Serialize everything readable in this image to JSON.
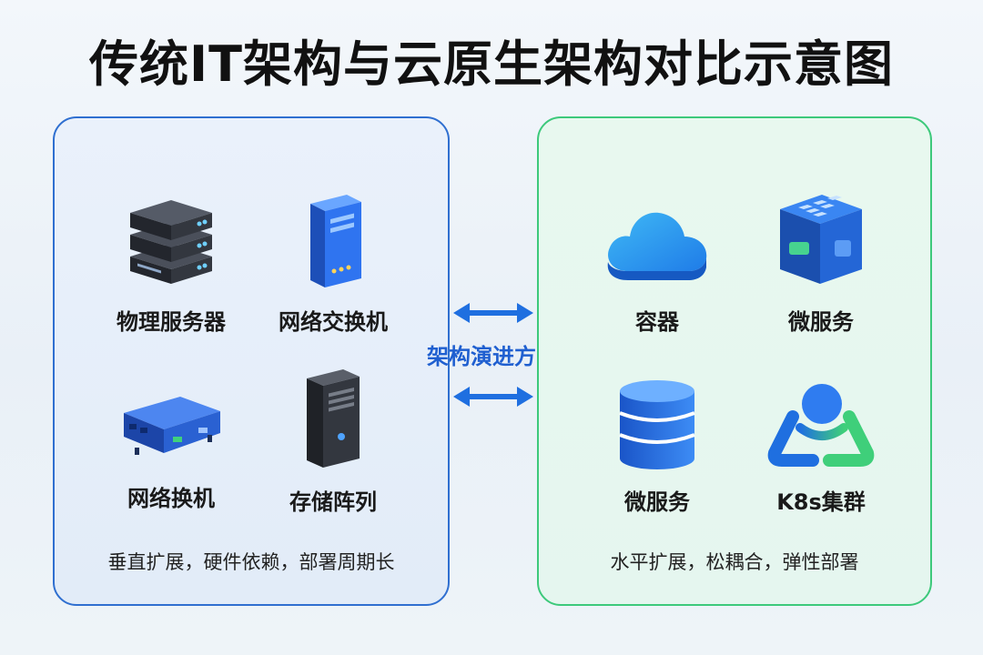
{
  "title": "传统IT架构与云原生架构对比示意图",
  "left_panel": {
    "items": [
      {
        "label": "物理服务器",
        "icon": "server-rack-icon"
      },
      {
        "label": "网络交换机",
        "icon": "tower-server-icon"
      },
      {
        "label": "网络换机",
        "icon": "network-switch-icon"
      },
      {
        "label": "存储阵列",
        "icon": "storage-tower-icon"
      }
    ],
    "summary": "垂直扩展，硬件依赖，部署周期长",
    "border_color": "#2f6fd0"
  },
  "right_panel": {
    "items": [
      {
        "label": "容器",
        "icon": "cloud-icon"
      },
      {
        "label": "微服务",
        "icon": "microservice-building-icon"
      },
      {
        "label": "微服务",
        "icon": "database-icon"
      },
      {
        "label": "K8s集群",
        "icon": "k8s-cluster-icon"
      }
    ],
    "summary": "水平扩展，松耦合，弹性部署",
    "border_color": "#3dc97b"
  },
  "center": {
    "label": "架构演进方向",
    "arrow_color": "#1f6fe0"
  }
}
